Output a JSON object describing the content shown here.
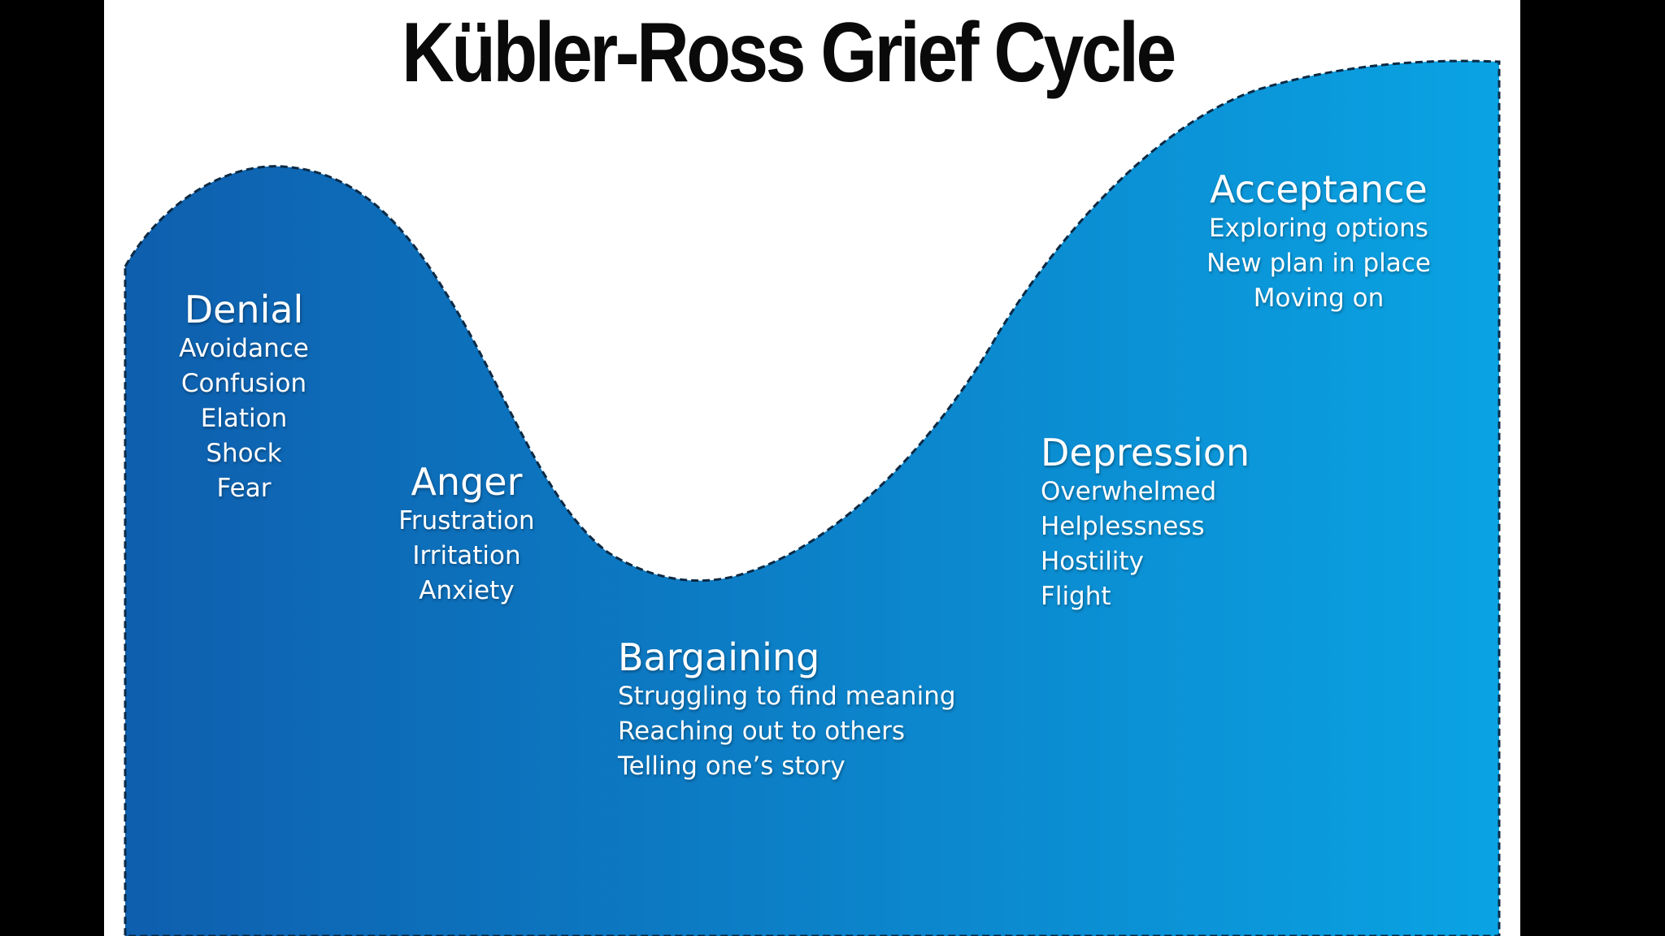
{
  "title": "Kübler-Ross Grief Cycle",
  "colors": {
    "background_outer": "#000000",
    "panel": "#ffffff",
    "wave_left": "#0e5fae",
    "wave_right": "#0aa3e3",
    "title_text": "#0a0a0a",
    "stage_text": "#ffffff"
  },
  "stages": [
    {
      "name": "Denial",
      "items": [
        "Avoidance",
        "Confusion",
        "Elation",
        "Shock",
        "Fear"
      ]
    },
    {
      "name": "Anger",
      "items": [
        "Frustration",
        "Irritation",
        "Anxiety"
      ]
    },
    {
      "name": "Bargaining",
      "items": [
        "Struggling to find meaning",
        "Reaching out to others",
        "Telling one’s story"
      ]
    },
    {
      "name": "Depression",
      "items": [
        "Overwhelmed",
        "Helplessness",
        "Hostility",
        "Flight"
      ]
    },
    {
      "name": "Acceptance",
      "items": [
        "Exploring options",
        "New plan in place",
        "Moving on"
      ]
    }
  ]
}
